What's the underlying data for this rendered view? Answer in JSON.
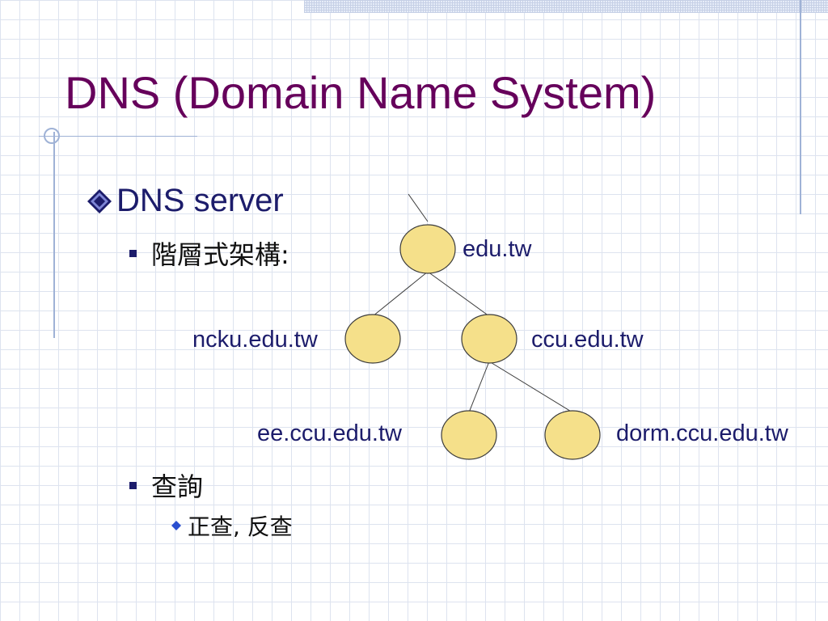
{
  "slide": {
    "title": "DNS (Domain Name System)"
  },
  "bullets": {
    "dns_server": "DNS server",
    "hierarchy": "階層式架構:",
    "query": "查詢",
    "forward_reverse": "正查, 反查"
  },
  "tree": {
    "nodes": {
      "root": "edu.tw",
      "ncku": "ncku.edu.tw",
      "ccu": "ccu.edu.tw",
      "ee": "ee.ccu.edu.tw",
      "dorm": "dorm.ccu.edu.tw"
    },
    "edges": [
      [
        "root",
        "ncku"
      ],
      [
        "root",
        "ccu"
      ],
      [
        "ccu",
        "ee"
      ],
      [
        "ccu",
        "dorm"
      ]
    ],
    "node_fill": "#f5e08a",
    "node_stroke": "#3c3c3c"
  },
  "colors": {
    "title": "#66005b",
    "bullet_text": "#1c1c6b",
    "grid": "#dde3ef"
  }
}
